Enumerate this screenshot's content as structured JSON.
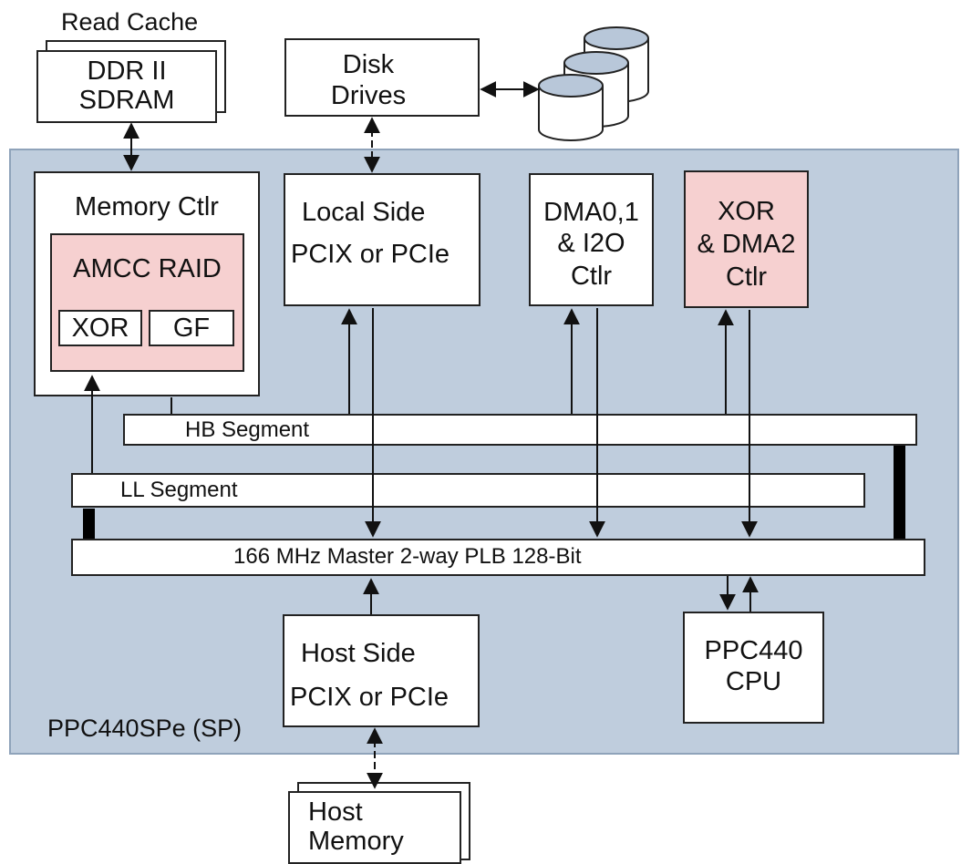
{
  "read_cache": {
    "caption": "Read Cache",
    "line1": "DDR II",
    "line2": "SDRAM"
  },
  "disk_drives": {
    "line1": "Disk",
    "line2": "Drives"
  },
  "chip_label": "PPC440SPe (SP)",
  "memory_ctlr": {
    "title": "Memory Ctlr",
    "raid_title": "AMCC RAID",
    "xor": "XOR",
    "gf": "GF"
  },
  "local_side": {
    "line1": "Local Side",
    "line2": "PCIX or PCIe"
  },
  "dma01": {
    "line1": "DMA0,1",
    "line2": "& I2O",
    "line3": "Ctlr"
  },
  "xor_dma2": {
    "line1": "XOR",
    "line2": "& DMA2",
    "line3": "Ctlr"
  },
  "hb_segment": "HB Segment",
  "ll_segment": "LL Segment",
  "plb": "166 MHz Master 2-way PLB 128-Bit",
  "host_side": {
    "line1": "Host Side",
    "line2": "PCIX or PCIe"
  },
  "ppc440_cpu": {
    "line1": "PPC440",
    "line2": "CPU"
  },
  "host_memory": {
    "line1": "Host",
    "line2": "Memory"
  },
  "colors": {
    "chip_background": "#bfcddd",
    "raid_highlight": "#f6d0d0",
    "line": "#111111"
  }
}
